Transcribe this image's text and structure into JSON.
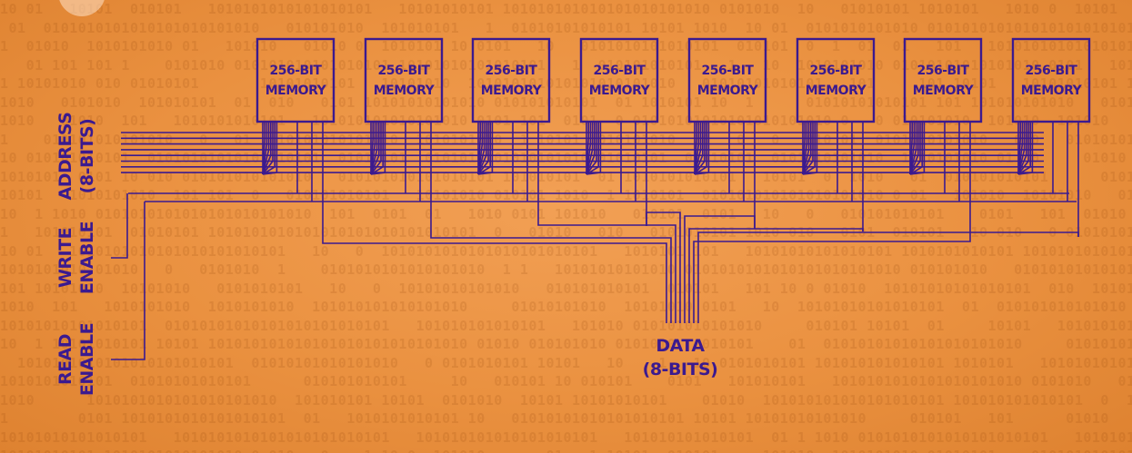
{
  "memory_chips": [
    {
      "line1": "256-BIT",
      "line2": "MEMORY"
    },
    {
      "line1": "256-BIT",
      "line2": "MEMORY"
    },
    {
      "line1": "256-BIT",
      "line2": "MEMORY"
    },
    {
      "line1": "256-BIT",
      "line2": "MEMORY"
    },
    {
      "line1": "256-BIT",
      "line2": "MEMORY"
    },
    {
      "line1": "256-BIT",
      "line2": "MEMORY"
    },
    {
      "line1": "256-BIT",
      "line2": "MEMORY"
    },
    {
      "line1": "256-BIT",
      "line2": "MEMORY"
    }
  ],
  "labels": {
    "address": {
      "line1": "ADDRESS",
      "line2": "(8-BITS)"
    },
    "write_enable": {
      "line1": "WRITE",
      "line2": "ENABLE"
    },
    "read_enable": {
      "line1": "READ",
      "line2": "ENABLE"
    },
    "data": {
      "line1": "DATA",
      "line2": "(8-BITS)"
    }
  },
  "colors": {
    "background": "#ea9140",
    "ink": "#3b1a8f"
  },
  "background_pattern": "binary digits (0s and 1s)",
  "icons": {
    "corner_logo": "circle-logo-icon"
  }
}
